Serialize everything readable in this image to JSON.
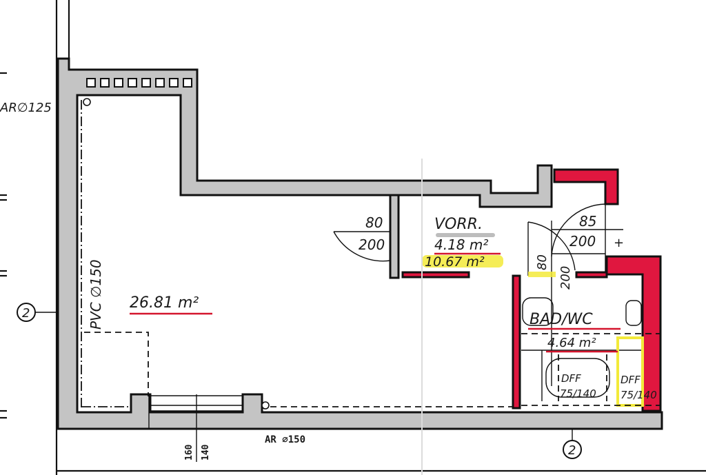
{
  "plan": {
    "title": "Floor plan (scanned architectural drawing)",
    "colors": {
      "existing_wall": "#c4c4c4",
      "new_wall": "#e0173f",
      "highlight": "#f3ea3a",
      "line": "#111111",
      "background": "#ffffff"
    },
    "rooms": [
      {
        "id": "living",
        "area": "26.81 m²"
      },
      {
        "id": "vorr",
        "name": "VORR.",
        "area": "4.18 m²",
        "area_alt": "10.67 m²"
      },
      {
        "id": "bad_wc",
        "name": "BAD/WC",
        "area": "4.64 m²"
      }
    ],
    "doors": [
      {
        "id": "door-vorr-left",
        "width": "80",
        "height": "200"
      },
      {
        "id": "door-vorr-right",
        "width": "85",
        "height": "200"
      },
      {
        "id": "door-bad",
        "width": "80",
        "height": "200"
      }
    ],
    "pipes": {
      "left_top": "AR∅125",
      "left_vertical": "PVC ∅150",
      "bottom": "AR ∅150"
    },
    "window_dims": {
      "parapet": "160",
      "height": "140"
    },
    "shower_trays": [
      {
        "label": "DFF",
        "size": "75/140"
      },
      {
        "label": "DFF",
        "size": "75/140"
      }
    ],
    "grid_markers": [
      {
        "id": "axis-left",
        "label": "2"
      },
      {
        "id": "axis-bottom",
        "label": "2"
      }
    ],
    "symbols": {
      "plus": "+"
    }
  }
}
